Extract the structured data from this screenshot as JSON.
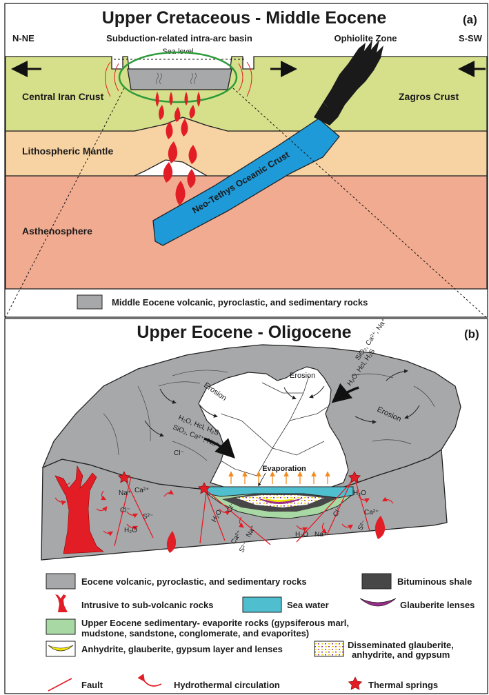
{
  "panel_a": {
    "title": "Upper Cretaceous - Middle Eocene",
    "tag": "(a)",
    "dir_left": "N-NE",
    "dir_right": "S-SW",
    "label_basin": "Subduction-related intra-arc basin",
    "label_ophiolite": "Ophiolite Zone",
    "label_sea_level": "Sea level",
    "label_central_iran": "Central Iran Crust",
    "label_zagros": "Zagros Crust",
    "label_mantle": "Lithospheric Mantle",
    "label_asthenosphere": "Asthenosphere",
    "label_neotethys": "Neo-Tethys Oceanic Crust",
    "legend_text": "Middle Eocene volcanic, pyroclastic, and sedimentary rocks"
  },
  "panel_b": {
    "title": "Upper Eocene - Oligocene",
    "tag": "(b)",
    "erosion_label": "Erosion",
    "evaporation_label": "Evaporation",
    "chem_inflow_left_1": "H₂O, Hcl, H₂S",
    "chem_inflow_left_2": "SiO₂, Ca²⁺, Na⁺",
    "chem_inflow_right_1": "SiO₂, Ca²⁺, Na⁺",
    "chem_inflow_right_2": "H₂O, Hcl, H₂S",
    "chem_cl": "Cl⁻",
    "ions": {
      "na": "Na⁺",
      "ca": "Ca²⁺",
      "cl": "Cl⁻",
      "h2o": "H₂O",
      "s": "S²⁻"
    }
  },
  "legend": [
    {
      "key": "eocene",
      "label": "Eocene volcanic, pyroclastic, and sedimentary rocks"
    },
    {
      "key": "bituminous",
      "label": "Bituminous shale"
    },
    {
      "key": "intrusive",
      "label": "Intrusive to sub-volcanic rocks"
    },
    {
      "key": "seawater",
      "label": "Sea water"
    },
    {
      "key": "glauberite_lens",
      "label": "Glauberite lenses"
    },
    {
      "key": "evaporite_1",
      "label": "Upper Eocene sedimentary- evaporite rocks (gypsiferous marl,"
    },
    {
      "key": "evaporite_2",
      "label": "mudstone, sandstone, conglomerate, and evaporites)"
    },
    {
      "key": "anhydrite",
      "label": "Anhydrite, glauberite, gypsum layer and lenses"
    },
    {
      "key": "disseminated_1",
      "label": "Disseminated glauberite,"
    },
    {
      "key": "disseminated_2",
      "label": "anhydrite, and gypsum"
    },
    {
      "key": "fault",
      "label": "Fault"
    },
    {
      "key": "hydrothermal",
      "label": "Hydrothermal circulation"
    },
    {
      "key": "springs",
      "label": "Thermal springs"
    }
  ],
  "colors": {
    "crust": "#d6df8a",
    "mantle": "#f7d3a3",
    "asthenosphere": "#f1ab91",
    "oceanic": "#1e9ad8",
    "grey_rock": "#a7a8aa",
    "intrusive": "#e21d26",
    "sea_water": "#4fbfcf",
    "evaporite": "#a8d8a4",
    "anhydrite": "#f2e600",
    "glauberite": "#9b2c8c",
    "shale": "#474747",
    "outline_green": "#2e9b3a"
  }
}
